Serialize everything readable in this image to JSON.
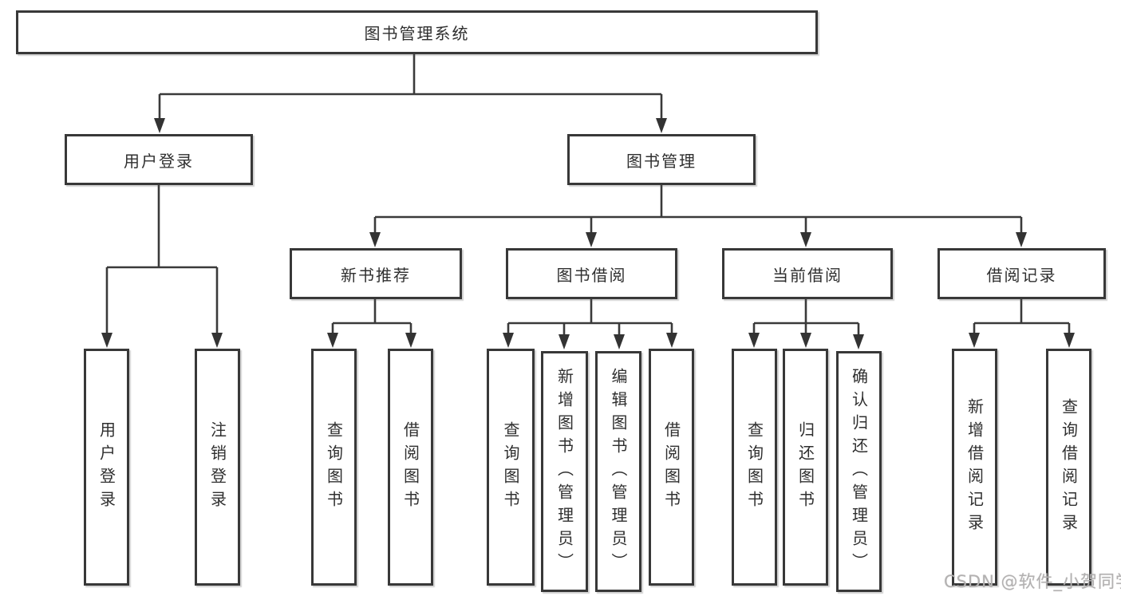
{
  "colors": {
    "box_border": "#383838",
    "connector_line": "#3a3a3a",
    "text": "#2f2f2f",
    "watermark_text": "#b3b1b1",
    "background": "#ffffff"
  },
  "watermark": {
    "text": "CSDN @软件_小贺同学"
  },
  "tree": {
    "label": "图书管理系统",
    "children": [
      {
        "label": "用户登录",
        "children": [
          {
            "label": "用户登录"
          },
          {
            "label": "注销登录"
          }
        ]
      },
      {
        "label": "图书管理",
        "children": [
          {
            "label": "新书推荐",
            "children": [
              {
                "label": "查询图书"
              },
              {
                "label": "借阅图书"
              }
            ]
          },
          {
            "label": "图书借阅",
            "children": [
              {
                "label": "查询图书"
              },
              {
                "label": "新增图书（管理员）"
              },
              {
                "label": "编辑图书（管理员）"
              },
              {
                "label": "借阅图书"
              }
            ]
          },
          {
            "label": "当前借阅",
            "children": [
              {
                "label": "查询图书"
              },
              {
                "label": "归还图书"
              },
              {
                "label": "确认归还（管理员）"
              }
            ]
          },
          {
            "label": "借阅记录",
            "children": [
              {
                "label": "新增借阅记录"
              },
              {
                "label": "查询借阅记录"
              }
            ]
          }
        ]
      }
    ]
  }
}
